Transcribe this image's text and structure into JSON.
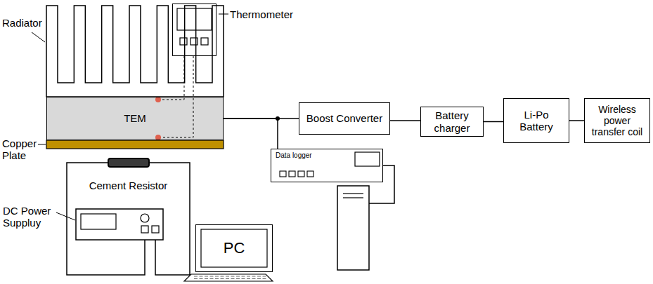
{
  "diagram": {
    "nodes": [
      {
        "text": [
          "Thermometer"
        ]
      },
      {
        "text": [
          "TEM"
        ]
      },
      {
        "text": [
          "Boost Converter"
        ]
      },
      {
        "text": [
          "Battery charger"
        ]
      },
      {
        "text": [
          "Li-Po Battery"
        ]
      },
      {
        "text": [
          "Wireless power transfer coil"
        ]
      },
      {
        "text": [
          "Data logger"
        ]
      },
      {
        "text": [
          "Cement Resistor"
        ]
      },
      {
        "text": [
          "PC"
        ]
      }
    ],
    "edges": [
      {
        "from": 0,
        "to": 1,
        "arrow": "none"
      },
      {
        "from": 0,
        "to": 1,
        "arrow": "none"
      },
      {
        "from": 1,
        "to": 2,
        "arrow": "none"
      },
      {
        "from": 1,
        "to": 6,
        "arrow": "none"
      },
      {
        "from": 2,
        "to": 3,
        "arrow": "none"
      },
      {
        "from": 3,
        "to": 4,
        "arrow": "none"
      },
      {
        "from": 4,
        "to": 5,
        "arrow": "none"
      },
      {
        "from": 6,
        "to": 8,
        "arrow": "none"
      }
    ],
    "labels": [
      "Radiator",
      "Copper Plate",
      "DC Power Suppluy"
    ]
  }
}
